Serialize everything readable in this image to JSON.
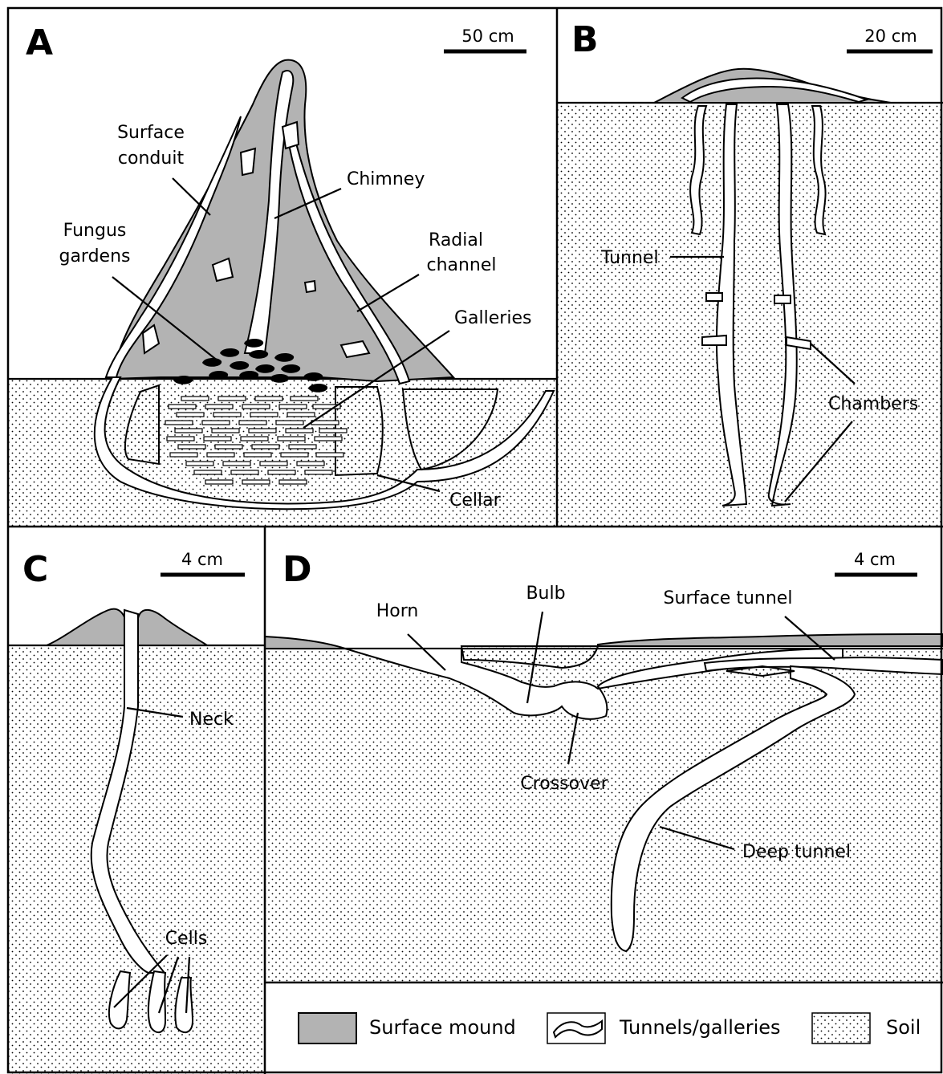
{
  "panels": {
    "A": {
      "letter": "A",
      "scale": "50 cm",
      "labels": {
        "surface_conduit": [
          "Surface",
          "conduit"
        ],
        "chimney": "Chimney",
        "fungus_gardens": [
          "Fungus",
          "gardens"
        ],
        "radial_channel": [
          "Radial",
          "channel"
        ],
        "galleries": "Galleries",
        "cellar": "Cellar"
      }
    },
    "B": {
      "letter": "B",
      "scale": "20 cm",
      "labels": {
        "tunnel": "Tunnel",
        "chambers": "Chambers"
      }
    },
    "C": {
      "letter": "C",
      "scale": "4 cm",
      "labels": {
        "neck": "Neck",
        "cells": "Cells"
      }
    },
    "D": {
      "letter": "D",
      "scale": "4 cm",
      "labels": {
        "horn": "Horn",
        "bulb": "Bulb",
        "surface_tunnel": "Surface tunnel",
        "crossover": "Crossover",
        "deep_tunnel": "Deep tunnel"
      }
    }
  },
  "legend": [
    {
      "label": "Surface mound",
      "swatch": "mound"
    },
    {
      "label": "Tunnels/galleries",
      "swatch": "tunnel"
    },
    {
      "label": "Soil",
      "swatch": "soil"
    }
  ],
  "colors": {
    "mound": "#b3b3b3",
    "tunnel": "#ffffff",
    "soil_dot": "#000000",
    "line": "#000000"
  }
}
